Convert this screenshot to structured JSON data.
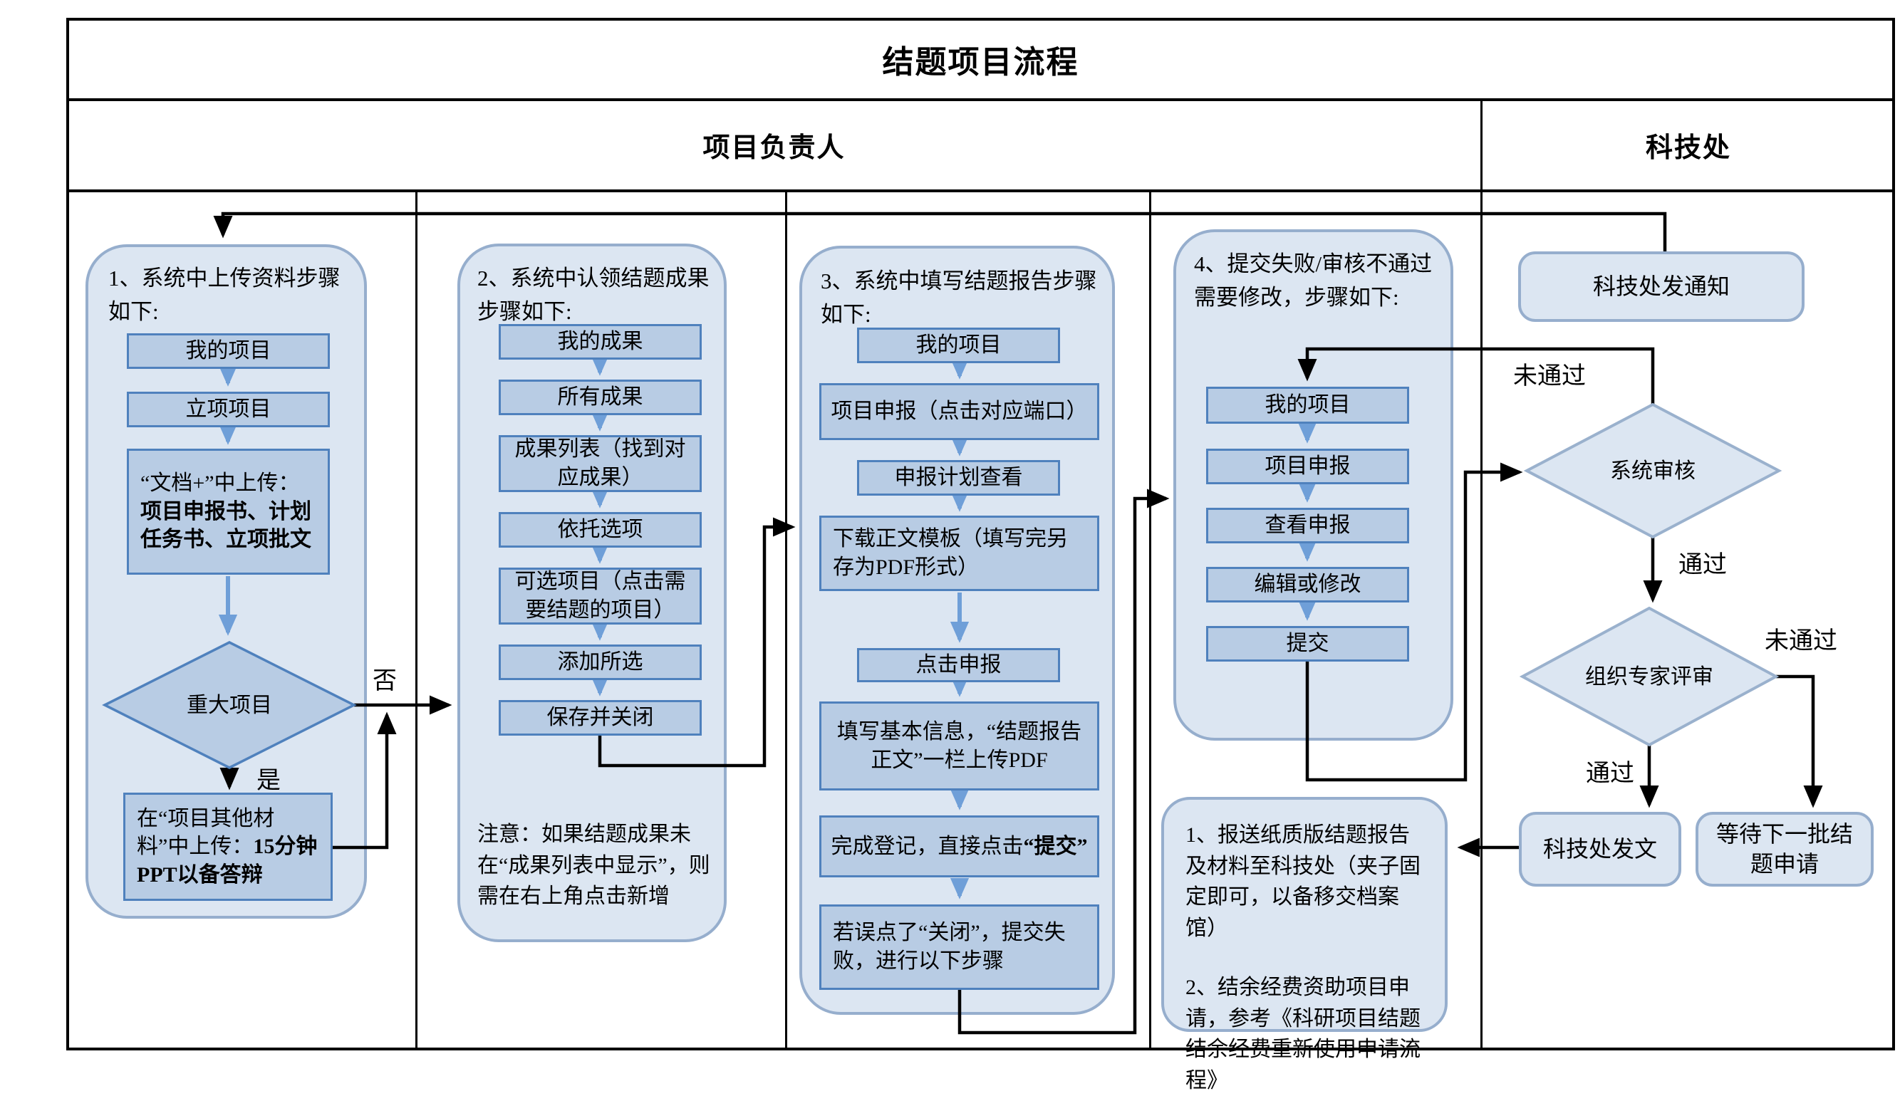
{
  "page_title": "结题项目流程",
  "headers": {
    "owner": "项目负责人",
    "tech_office": "科技处"
  },
  "labels": {
    "no": "否",
    "yes": "是",
    "pass": "通过",
    "fail": "未通过"
  },
  "lane1": {
    "title": "1、系统中上传资料步骤如下:",
    "steps": [
      "我的项目",
      "立项项目"
    ],
    "upload_step": {
      "text": "“文档+”中上传：",
      "bold": "项目申报书、计划任务书、立项批文"
    },
    "decision": "重大项目",
    "major_step": {
      "text": "在“项目其他材料”中上传：",
      "bold": "15分钟PPT以备答辩"
    }
  },
  "lane2": {
    "title": "2、系统中认领结题成果步骤如下:",
    "steps": [
      "我的成果",
      "所有成果",
      "成果列表（找到对应成果）",
      "依托选项",
      "可选项目（点击需要结题的项目）",
      "添加所选",
      "保存并关闭"
    ],
    "note": "注意：如果结题成果未在“成果列表中显示”，则需在右上角点击新增"
  },
  "lane3": {
    "title": "3、系统中填写结题报告步骤如下:",
    "steps": [
      "我的项目",
      "项目申报（点击对应端口）",
      "申报计划查看",
      "下载正文模板（填写完另存为PDF形式）",
      "点击申报",
      "填写基本信息，“结题报告正文”一栏上传PDF"
    ],
    "submit_step": {
      "text": "完成登记，直接点击",
      "bold": "“提交”"
    },
    "fail_step": "若误点了“关闭”，提交失败，进行以下步骤"
  },
  "lane4": {
    "title": "4、提交失败/审核不通过需要修改，步骤如下:",
    "steps": [
      "我的项目",
      "项目申报",
      "查看申报",
      "编辑或修改",
      "提交"
    ],
    "note_items": [
      "1、报送纸质版结题报告及材料至科技处（夹子固定即可，以备移交档案馆）",
      "2、结余经费资助项目申请，参考《科研项目结题结余经费重新使用申请流程》"
    ]
  },
  "lane5": {
    "notice": "科技处发通知",
    "decision_system": "系统审核",
    "decision_expert": "组织专家评审",
    "issue": "科技处发文",
    "wait": "等待下一批结题申请"
  },
  "colors": {
    "lane_fill": "#dce6f2",
    "lane_border": "#96aecd",
    "step_fill": "#b8cce4",
    "step_border": "#4f81bd",
    "connector": "#000000",
    "flow_arrow": "#6f9fd8"
  }
}
